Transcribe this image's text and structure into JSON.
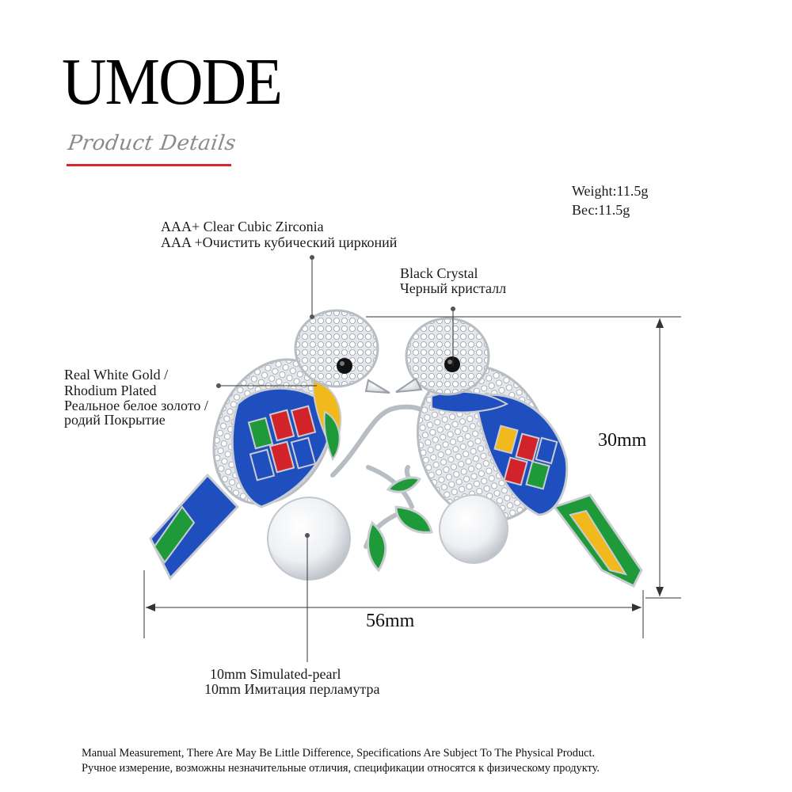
{
  "brand": {
    "name": "UMODE",
    "subtitle": "Product Details",
    "accent_color": "#d9262c"
  },
  "specs": {
    "weight_en": "Weight:11.5g",
    "weight_ru": "Вес:11.5g"
  },
  "callouts": {
    "zirconia_en": "AAA+ Clear Cubic Zirconia",
    "zirconia_ru": "AAA +Очистить кубический цирконий",
    "crystal_en": "Black Crystal",
    "crystal_ru": "Черный кристалл",
    "plating_line1": "Real White Gold /",
    "plating_line2": "Rhodium Plated",
    "plating_line3": "Реальное белое золото /",
    "plating_line4": "родий Покрытие",
    "pearl_en": "10mm Simulated-pearl",
    "pearl_ru": "10mm Имитация перламутра"
  },
  "dimensions": {
    "height": "30mm",
    "width": "56mm"
  },
  "footer": {
    "note_en": "Manual Measurement, There Are May Be Little Difference, Specifications Are Subject To The Physical Product.",
    "note_ru": "Ручное измерение, возможны незначительные отличия, спецификации относятся к физическому продукту."
  },
  "product_image": {
    "subject": "two-bird-brooch-icon",
    "colors": {
      "metal": "#d6d9de",
      "enamel_blue": "#1f4fbf",
      "enamel_green": "#1e9a3a",
      "enamel_red": "#d2232a",
      "enamel_yellow": "#f2b91c",
      "pearl": "#eef0f3"
    }
  }
}
